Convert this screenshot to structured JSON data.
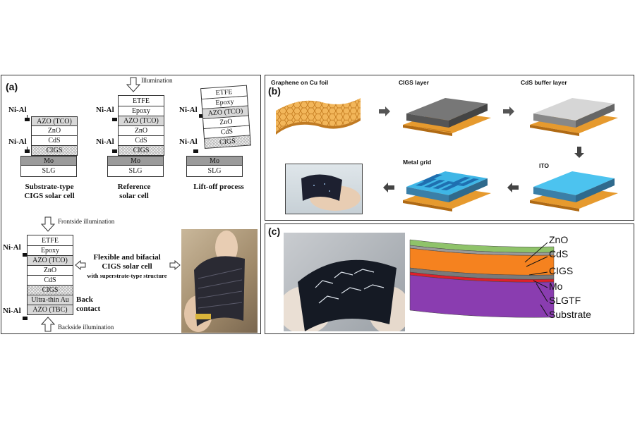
{
  "panel_a": {
    "label": "(a)",
    "nial": "Ni-Al",
    "substrate_cell": {
      "layers": [
        "AZO (TCO)",
        "ZnO",
        "CdS",
        "CIGS",
        "Mo",
        "SLG"
      ],
      "caption_line1": "Substrate-type",
      "caption_line2": "CIGS solar cell"
    },
    "reference_cell": {
      "illumination": "Illumination",
      "layers": [
        "ETFE",
        "Epoxy",
        "AZO (TCO)",
        "ZnO",
        "CdS",
        "CIGS",
        "Mo",
        "SLG"
      ],
      "caption_line1": "Reference",
      "caption_line2": "solar cell"
    },
    "liftoff": {
      "layers": [
        "ETFE",
        "Epoxy",
        "AZO (TCO)",
        "ZnO",
        "CdS",
        "CIGS",
        "Mo",
        "SLG"
      ],
      "caption": "Lift-off process"
    },
    "bifacial": {
      "frontside": "Frontside illumination",
      "backside": "Backside illumination",
      "layers": [
        "ETFE",
        "Epoxy",
        "AZO (TCO)",
        "ZnO",
        "CdS",
        "CIGS",
        "Ultra-thin Au",
        "AZO (TBC)"
      ],
      "back_contact_line1": "Back",
      "back_contact_line2": "contact",
      "title_line1": "Flexible and bifacial",
      "title_line2": "CIGS solar cell",
      "subtitle": "with superstrate-type structure"
    }
  },
  "panel_b": {
    "label": "(b)",
    "steps": [
      "Graphene on Cu foil",
      "CIGS layer",
      "CdS buffer layer",
      "ITO",
      "Metal grid"
    ]
  },
  "panel_c": {
    "label": "(c)",
    "layers": [
      "ZnO",
      "CdS",
      "CIGS",
      "Mo",
      "SLGTF",
      "Substrate"
    ]
  },
  "colors": {
    "copper": "#e69a2e",
    "cigs_gray": "#6b6b6b",
    "cds_light": "#cfcfcf",
    "ito_blue": "#3db7ea",
    "grid_blue": "#2f8ed0",
    "zno_green": "#8fc36a",
    "cigs_orange": "#f5821f",
    "mo_red": "#e0202a",
    "slgtf_purple": "#8a3db0"
  }
}
